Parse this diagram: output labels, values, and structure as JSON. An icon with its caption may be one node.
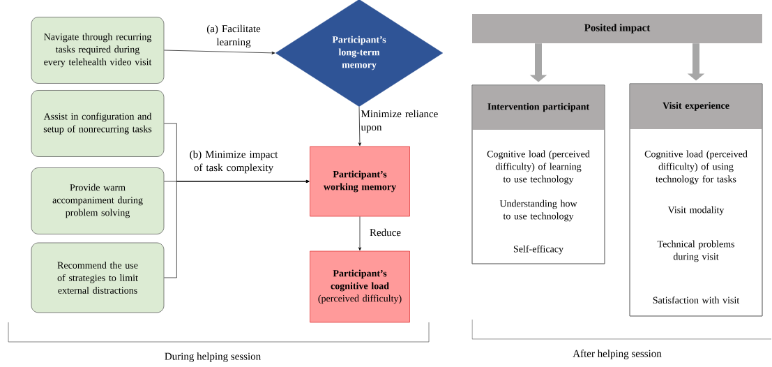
{
  "diagram": {
    "nodes": [
      {
        "text": [
          "Navigate through recurring tasks required during every telehealth video visit"
        ]
      },
      {
        "text": [
          "Assist in configuration and setup of nonrecurring tasks"
        ]
      },
      {
        "text": [
          "Provide warm accompaniment during problem solving"
        ]
      },
      {
        "text": [
          "Recommend the use of strategies to limit external distractions"
        ]
      },
      {
        "text": [
          "Participant’s long-term memory"
        ]
      },
      {
        "text": [
          "Participant’s working memory"
        ]
      },
      {
        "text": [
          "Participant’s cognitive load",
          "(perceived difficulty)"
        ]
      },
      {
        "text": [
          "Posited impact"
        ]
      },
      {
        "text": [
          "Intervention participant",
          "Cognitive load (perceived difficulty) of learning to use technology",
          "Understanding how to use technology",
          "Self-efficacy"
        ]
      },
      {
        "text": [
          "Visit experience",
          "Cognitive load (perceived difficulty) of using technology for tasks",
          "Visit modality",
          "Technical problems during visit",
          "Satisfaction with visit"
        ]
      }
    ],
    "edges": [
      {
        "from": 0,
        "to": 4,
        "arrow": "to",
        "label": "(a) Facilitate learning"
      },
      {
        "from": 1,
        "to": 5,
        "arrow": "to"
      },
      {
        "from": 2,
        "to": 5,
        "arrow": "to",
        "label": "(b) Minimize impact of task complexity"
      },
      {
        "from": 3,
        "to": 5,
        "arrow": "to"
      },
      {
        "from": 4,
        "to": 5,
        "arrow": "to",
        "label": "Minimize reliance upon"
      },
      {
        "from": 5,
        "to": 6,
        "arrow": "to",
        "label": "Reduce"
      },
      {
        "from": 7,
        "to": 8,
        "arrow": "to",
        "style": "thick",
        "color": "#a6a6a6"
      },
      {
        "from": 7,
        "to": 9,
        "arrow": "to",
        "style": "thick",
        "color": "#a6a6a6"
      }
    ],
    "labels": [
      "During helping session",
      "After helping session"
    ]
  }
}
